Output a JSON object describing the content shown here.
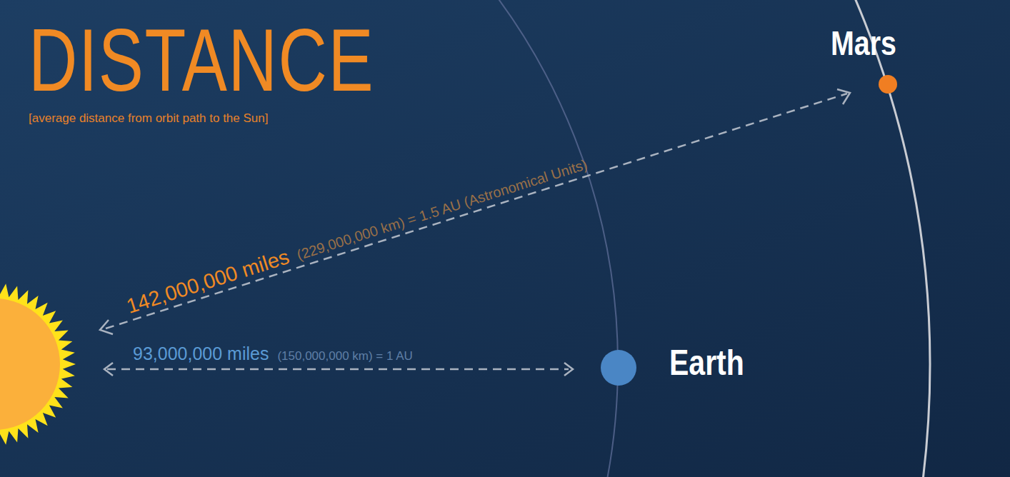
{
  "diagram": {
    "title": "DISTANCE",
    "caption": "[average distance from orbit path to the Sun]",
    "nodes": [
      {
        "text": [
          "Mars"
        ]
      },
      {
        "text": [
          "Earth"
        ]
      }
    ],
    "labels": [
      "142,000,000 miles",
      "(229,000,000 km) = 1.5 AU (Astronomical Units)",
      "93,000,000 miles",
      "(150,000,000 km) = 1 AU"
    ]
  }
}
